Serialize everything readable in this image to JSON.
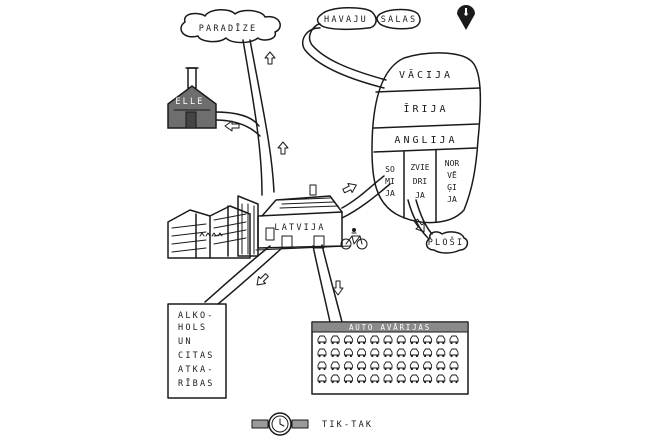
{
  "destinations": {
    "paradize": "PARADĪZE",
    "elle": "ELLE",
    "havaju": "HAVAJU",
    "salas": "SALAS",
    "vacija": "VĀCIJA",
    "irija": "ĪRIJA",
    "anglija": "ANGLIJA",
    "somija": [
      "SO",
      "MI",
      "JA"
    ],
    "zviedrija": [
      "ZVIE",
      "DRI",
      "JA"
    ],
    "norvegija": [
      "NOR",
      "VĒ",
      "ĢI",
      "JA"
    ],
    "plosi": "PLOŠI",
    "latvija": "LATVIJA",
    "alkohols": [
      "ALKO-",
      "HOLS",
      "UN",
      "CITAS",
      "ATKA-",
      "RĪBAS"
    ],
    "auto_avarijas": "AUTO AVĀRIJAS",
    "tik_tak": "TIK-TAK"
  },
  "icons": {
    "compass": "compass-pin-icon",
    "factory": "factory-icon",
    "house": "house-icon",
    "bicycle": "bicycle-icon",
    "watch": "wristwatch-icon",
    "cars": "car-icon"
  },
  "colors": {
    "ink": "#1a1a1a",
    "paper": "#ffffff",
    "sign_gray": "#8a8a8a"
  }
}
